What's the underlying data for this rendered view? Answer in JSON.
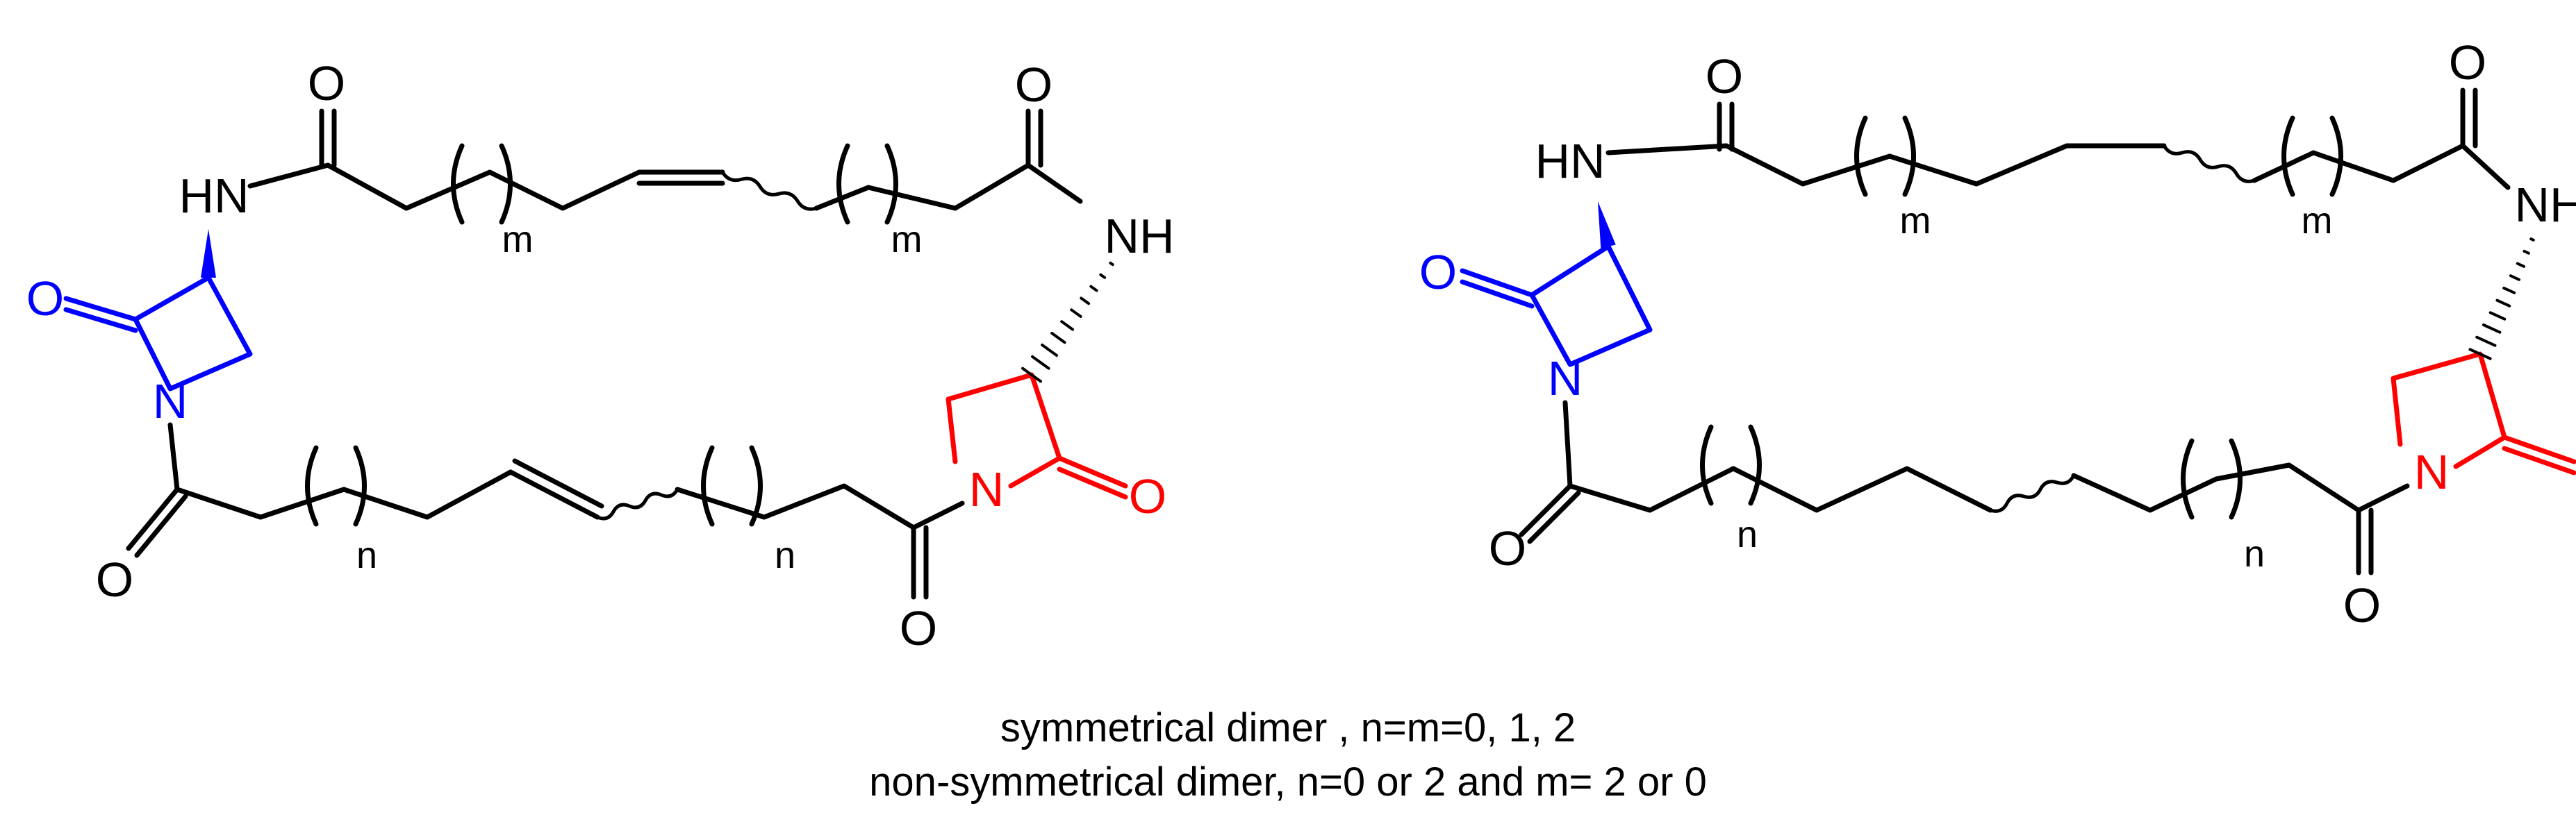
{
  "colors": {
    "bond": "#000000",
    "blue": "#0000ff",
    "red": "#ff0000",
    "background": "#ffffff"
  },
  "atom_labels": {
    "oxygen": "O",
    "nitrogen": "N",
    "amide_nh_left": "HN",
    "amide_nh_right": "NH"
  },
  "subscripts": {
    "m": "m",
    "n": "n"
  },
  "caption": {
    "line1": "symmetrical dimer , n=m=0, 1, 2",
    "line2": "non-symmetrical dimer, n=0 or 2 and m= 2 or 0"
  }
}
